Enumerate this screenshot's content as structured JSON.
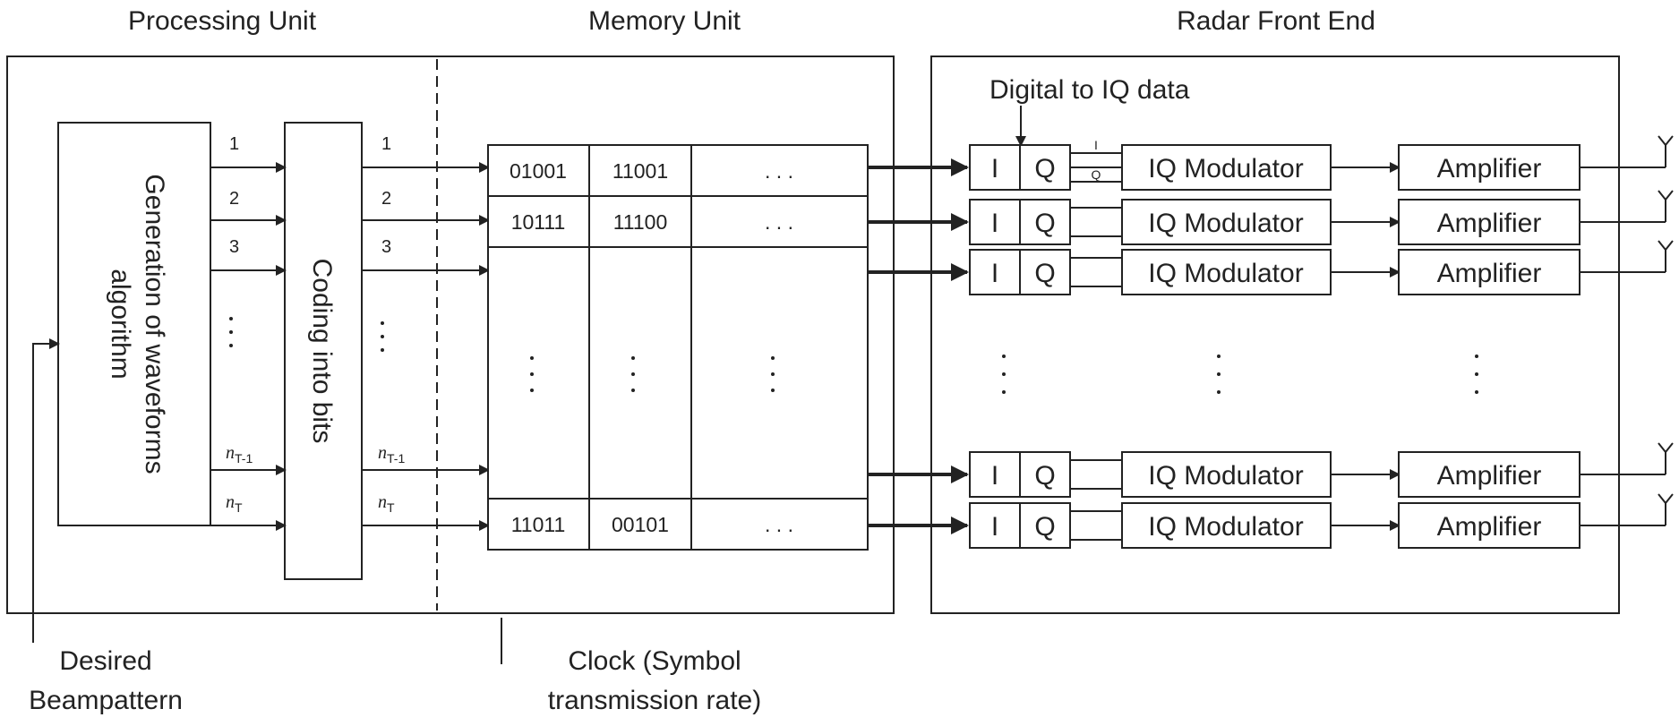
{
  "sections": {
    "processing": "Processing Unit",
    "memory": "Memory Unit",
    "radar": "Radar Front End"
  },
  "generation_block": {
    "line1": "Generation of waveforms",
    "line2": "algorithm"
  },
  "coding_block": "Coding into bits",
  "channel_labels": [
    "1",
    "2",
    "3"
  ],
  "channel_ellipsis": "· · ·",
  "channel_tail": {
    "prefix": "n",
    "sub_tminus1": "T-1",
    "sub_t": "T"
  },
  "memory_rows": [
    {
      "c1": "01001",
      "c2": "11001",
      "c3": ". . ."
    },
    {
      "c1": "10111",
      "c2": "11100",
      "c3": ". . ."
    },
    {
      "c1": "11011",
      "c2": "00101",
      "c3": ". . ."
    }
  ],
  "digital_to_iq": "Digital to IQ data",
  "iq_cells": {
    "i": "I",
    "q": "Q"
  },
  "iq_small": {
    "i": "I",
    "q": "Q"
  },
  "modulator_label": "IQ Modulator",
  "amplifier_label": "Amplifier",
  "desired": {
    "line1": "Desired",
    "line2": "Beampattern"
  },
  "clock": {
    "line1": "Clock (Symbol",
    "line2": "transmission rate)"
  }
}
